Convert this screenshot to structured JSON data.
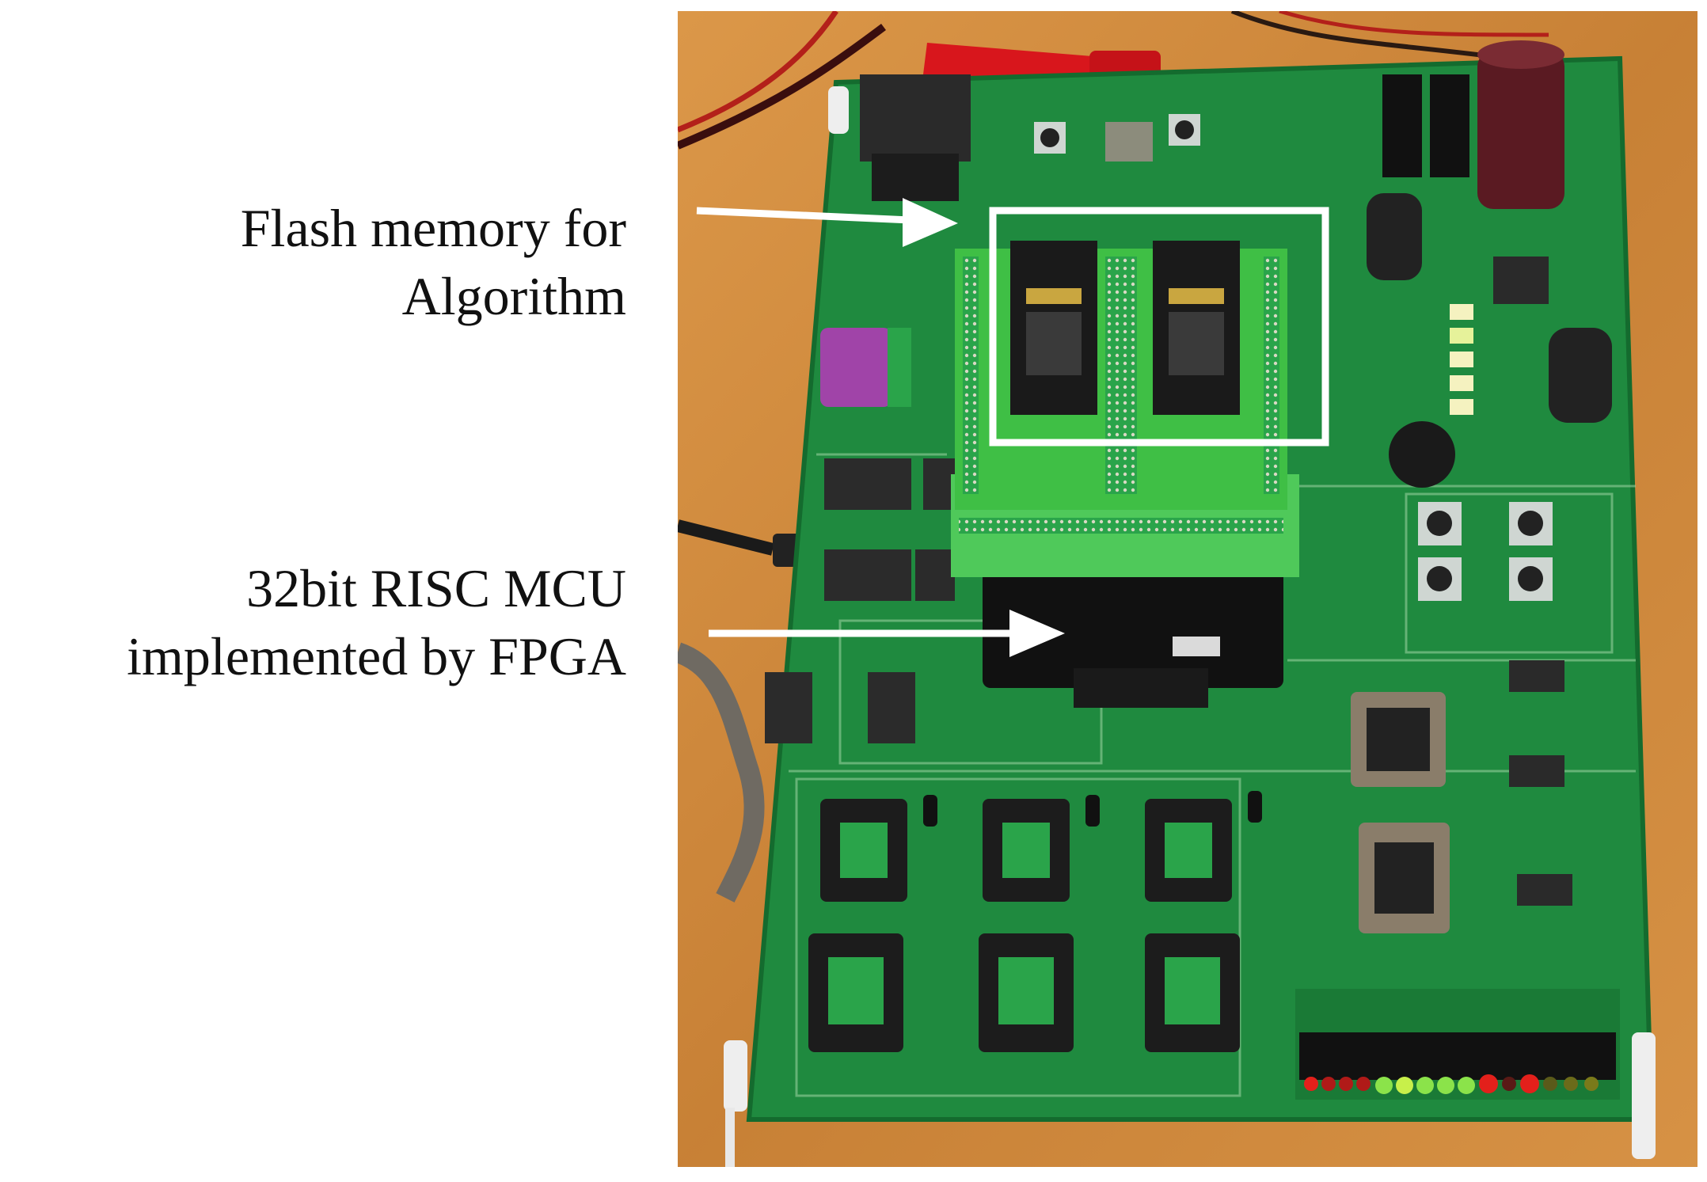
{
  "labels": {
    "flash": {
      "line1": "Flash memory for",
      "line2": "Algorithm"
    },
    "mcu": {
      "line1": "32bit RISC MCU",
      "line2": "implemented by FPGA"
    }
  },
  "colors": {
    "table": "#d08a3c",
    "pcb": "#1f8a3f",
    "pcb_dark": "#146b2e",
    "adapter": "#3fbf45",
    "chip": "#222222",
    "highlight_box": "#ffffff",
    "arrow": "#ffffff",
    "probe": "#d8161c",
    "capacitor": "#5a1a22",
    "led_red": "#e3201b",
    "led_green": "#8be34a"
  },
  "icons": {
    "arrow_flash": "right-arrow-icon",
    "arrow_mcu": "right-arrow-icon"
  }
}
